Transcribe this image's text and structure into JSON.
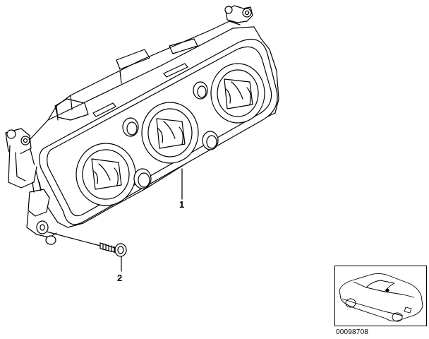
{
  "diagram": {
    "callouts": [
      {
        "id": "1",
        "label": "1"
      },
      {
        "id": "2",
        "label": "2"
      }
    ],
    "document_number": "00098708"
  },
  "colors": {
    "line": "#000000",
    "background": "#ffffff"
  },
  "icons": {
    "inset": "car-locator-icon"
  }
}
